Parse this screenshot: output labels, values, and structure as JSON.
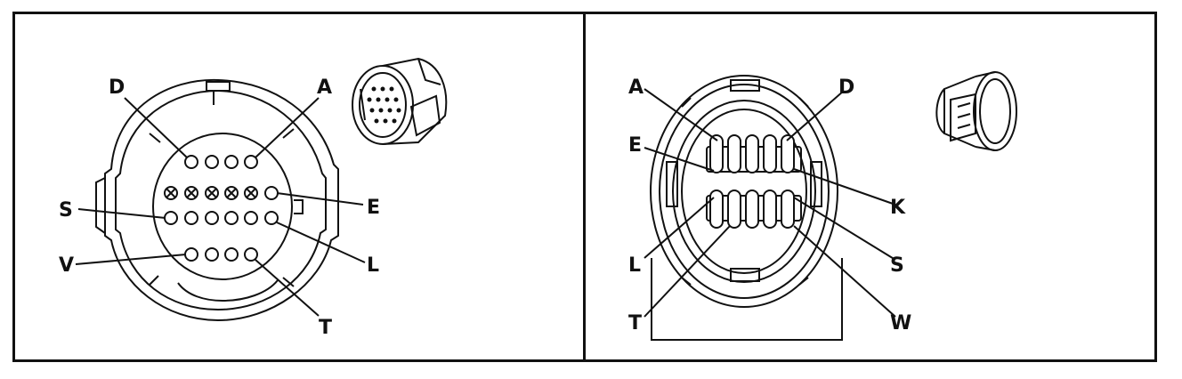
{
  "panels": [
    {
      "id": "left",
      "description_labels": {
        "d": "D",
        "a": "A",
        "s": "S",
        "e": "E",
        "v": "V",
        "l": "L",
        "t": "T"
      }
    },
    {
      "id": "right",
      "description_labels": {
        "a": "A",
        "d": "D",
        "e": "E",
        "k": "K",
        "l": "L",
        "s": "S",
        "t": "T",
        "w": "W"
      }
    }
  ],
  "colors": {
    "ink": "#111111",
    "background": "#ffffff"
  }
}
